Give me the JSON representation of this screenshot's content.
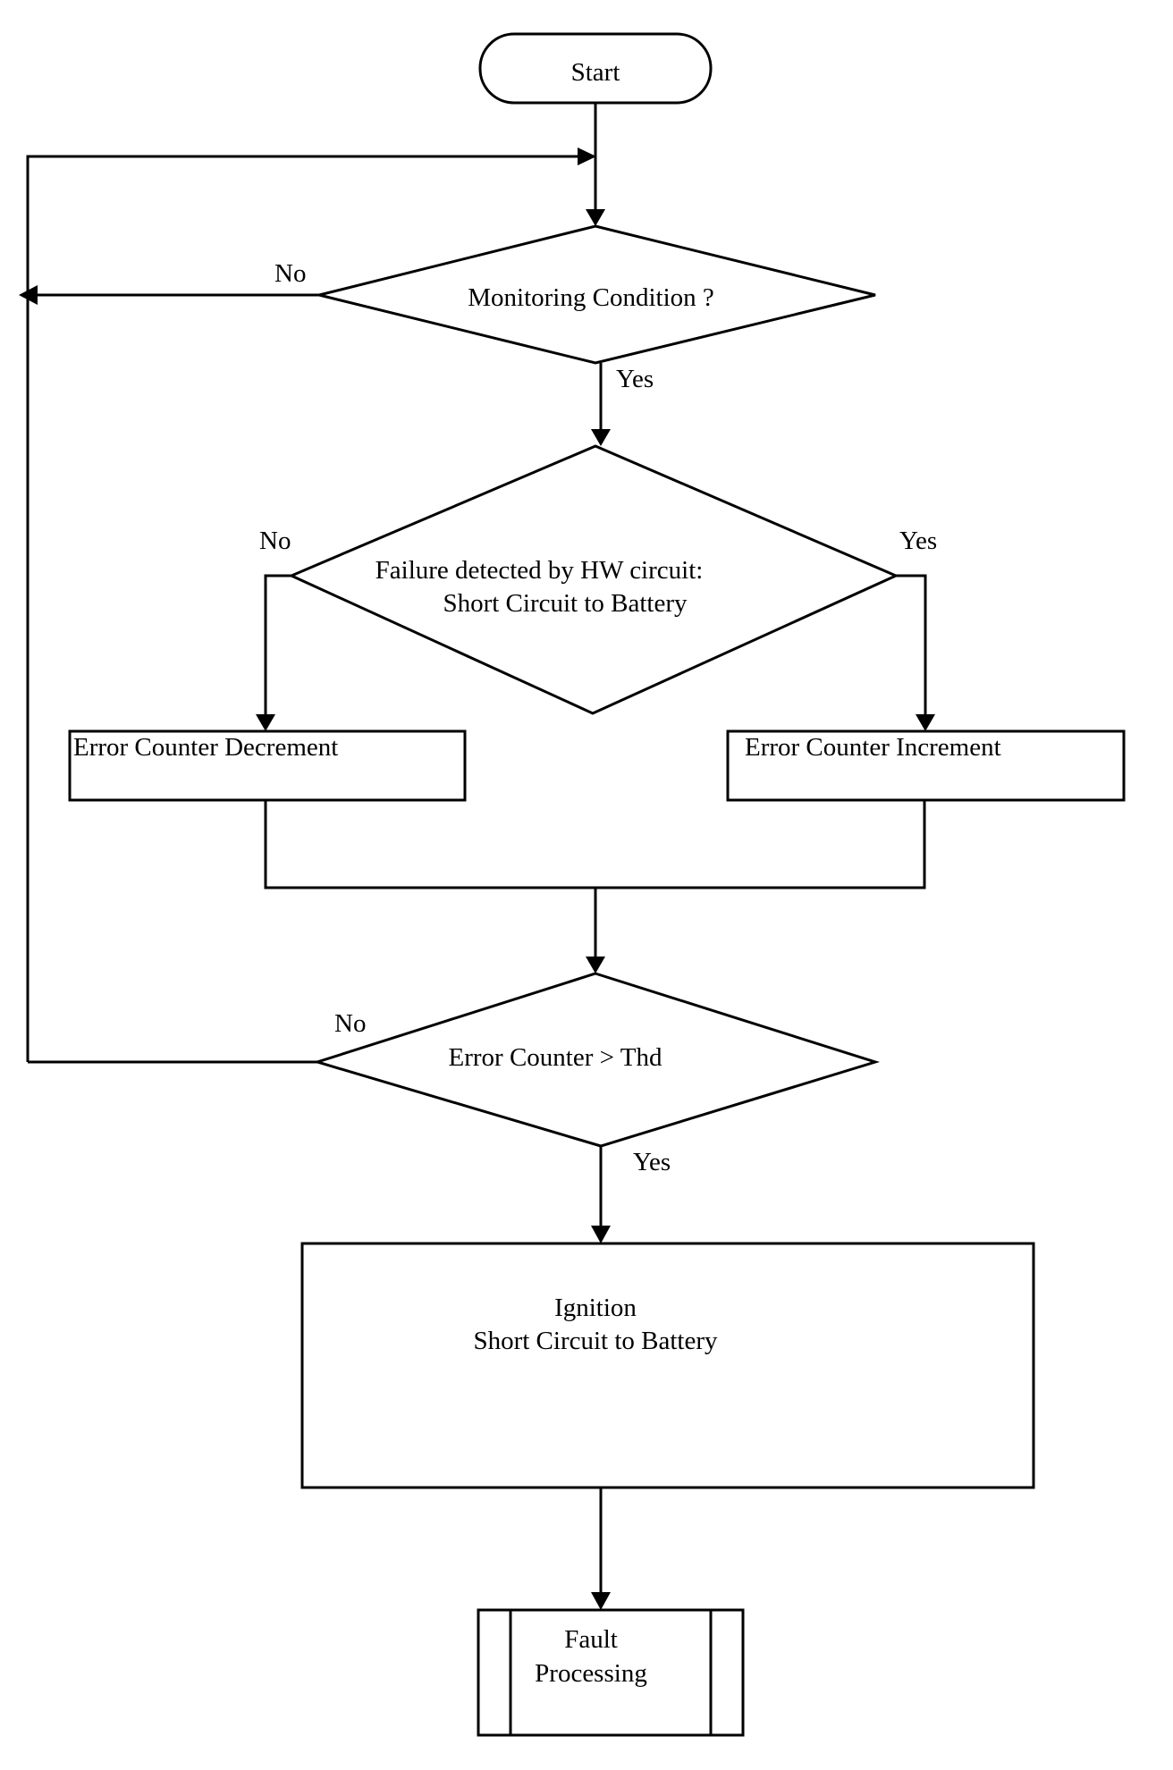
{
  "nodes": {
    "start": "Start",
    "monitoring": "Monitoring Condition ?",
    "failure_line1": "Failure detected by HW circuit:",
    "failure_line2": "Short Circuit to Battery",
    "decrement": "Error Counter Decrement",
    "increment": "Error Counter Increment",
    "threshold": "Error Counter >  Thd",
    "ignition_line1": "Ignition",
    "ignition_line2": "Short Circuit to Battery",
    "fault_line1": "Fault",
    "fault_line2": "Processing"
  },
  "edges": {
    "monitoring_no": "No",
    "monitoring_yes": "Yes",
    "failure_no": "No",
    "failure_yes": "Yes",
    "threshold_no": "No",
    "threshold_yes": "Yes"
  }
}
